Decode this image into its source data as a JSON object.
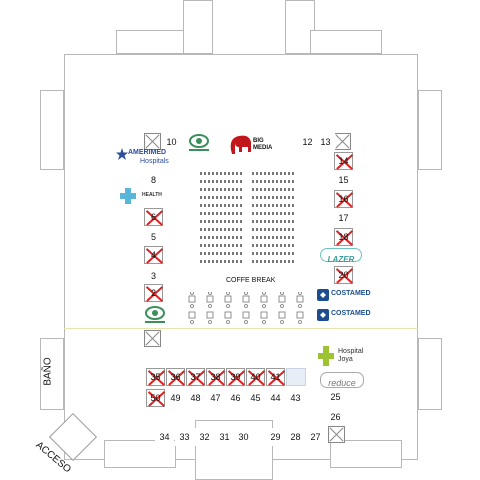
{
  "labels": {
    "coffee_break": "COFFE BREAK",
    "bano": "BAÑO",
    "acceso": "ACCESO"
  },
  "logos": {
    "amerimed_top": "AMERIMED",
    "amerimed_bottom": "Hospitals",
    "health_top": "HEALTH",
    "big_media_1": "BIG",
    "big_media_2": "MEDIA",
    "costamed_1": "COSTAMED",
    "costamed_2": "COSTAMED",
    "hospital_joya_1": "Hospital",
    "hospital_joya_2": "Joya",
    "reduce": "reduce",
    "lazer": "LAZER"
  },
  "booths": {
    "top": [
      {
        "id": "10",
        "taken": false
      },
      {
        "id": "12",
        "taken": false
      },
      {
        "id": "13",
        "taken": false
      }
    ],
    "left": [
      {
        "id": "8",
        "taken": false
      },
      {
        "id": "6",
        "taken": true
      },
      {
        "id": "5",
        "taken": false
      },
      {
        "id": "4",
        "taken": true
      },
      {
        "id": "3",
        "taken": false
      },
      {
        "id": "2",
        "taken": true
      }
    ],
    "right": [
      {
        "id": "14",
        "taken": true
      },
      {
        "id": "15",
        "taken": false
      },
      {
        "id": "16",
        "taken": true
      },
      {
        "id": "17",
        "taken": false
      },
      {
        "id": "18",
        "taken": true
      },
      {
        "id": "20",
        "taken": true
      }
    ],
    "row_upper": [
      {
        "id": "35",
        "taken": true
      },
      {
        "id": "36",
        "taken": true
      },
      {
        "id": "37",
        "taken": true
      },
      {
        "id": "38",
        "taken": true
      },
      {
        "id": "39",
        "taken": true
      },
      {
        "id": "40",
        "taken": true
      },
      {
        "id": "41",
        "taken": true
      }
    ],
    "row_lower": [
      {
        "id": "50",
        "taken": true
      },
      {
        "id": "49",
        "taken": false
      },
      {
        "id": "48",
        "taken": false
      },
      {
        "id": "47",
        "taken": false
      },
      {
        "id": "46",
        "taken": false
      },
      {
        "id": "45",
        "taken": false
      },
      {
        "id": "44",
        "taken": false
      },
      {
        "id": "43",
        "taken": false
      }
    ],
    "right_lower": [
      {
        "id": "25",
        "taken": false
      },
      {
        "id": "26",
        "taken": false
      }
    ],
    "bottom": [
      {
        "id": "34",
        "taken": false
      },
      {
        "id": "33",
        "taken": false
      },
      {
        "id": "32",
        "taken": false
      },
      {
        "id": "31",
        "taken": false
      },
      {
        "id": "30",
        "taken": false
      },
      {
        "id": "29",
        "taken": false
      },
      {
        "id": "28",
        "taken": false
      },
      {
        "id": "27",
        "taken": false
      }
    ]
  }
}
